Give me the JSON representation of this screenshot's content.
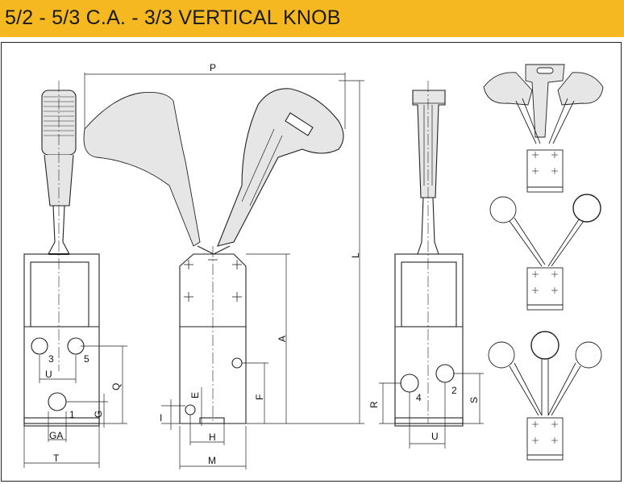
{
  "header": {
    "title": "5/2 - 5/3 C.A. - 3/3 VERTICAL KNOB"
  },
  "colors": {
    "header_bg": "#f5b820",
    "handle_fill": "#e6e6e6",
    "line": "#222222"
  },
  "dimensions": {
    "P": "P",
    "L": "L",
    "A": "A",
    "F": "F",
    "E": "E",
    "I": "I",
    "H": "H",
    "M": "M",
    "Q": "Q",
    "G": "G",
    "GA": "GA",
    "T": "T",
    "U_left": "U",
    "R": "R",
    "S": "S",
    "U_right": "U"
  },
  "ports": {
    "p3": "3",
    "p5": "5",
    "p1": "1",
    "p4": "4",
    "p2": "2"
  }
}
